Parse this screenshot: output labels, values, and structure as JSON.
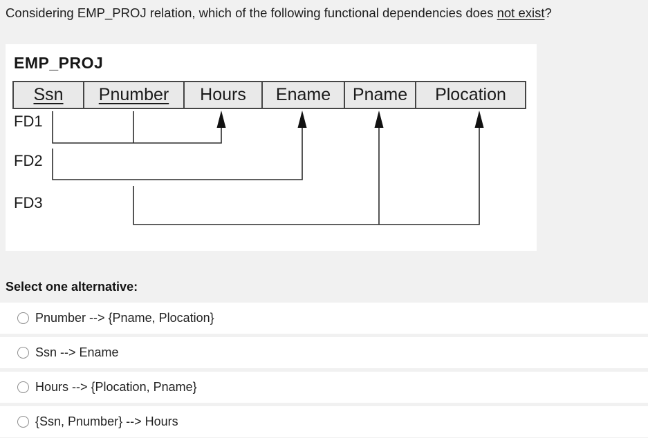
{
  "question": {
    "prefix": "Considering EMP_PROJ relation, which of the following functional dependencies does ",
    "underlined": "not exist",
    "suffix": "?"
  },
  "diagram": {
    "title": "EMP_PROJ",
    "columns": [
      {
        "label": "Ssn",
        "key": true
      },
      {
        "label": "Pnumber",
        "key": true
      },
      {
        "label": "Hours",
        "key": false
      },
      {
        "label": "Ename",
        "key": false
      },
      {
        "label": "Pname",
        "key": false
      },
      {
        "label": "Plocation",
        "key": false
      }
    ],
    "fds": [
      {
        "label": "FD1",
        "determines": "Hours"
      },
      {
        "label": "FD2",
        "determines": "Ename"
      },
      {
        "label": "FD3",
        "determines": "Pname, Plocation"
      }
    ]
  },
  "prompt": "Select one alternative:",
  "options": [
    {
      "label": "Pnumber --> {Pname, Plocation}",
      "selected": false
    },
    {
      "label": "Ssn --> Ename",
      "selected": false
    },
    {
      "label": "Hours --> {Plocation, Pname}",
      "selected": false
    },
    {
      "label": "{Ssn, Pnumber} --> Hours",
      "selected": false
    }
  ],
  "colors": {
    "page_bg": "#f1f1f1",
    "panel_bg": "#ffffff",
    "row_bg": "#ffffff",
    "text": "#1d1d1d",
    "table_border": "#454545",
    "header_bg": "#e9e9e9",
    "line": "#2b2b2b",
    "arrow_fill": "#111111",
    "radio_border": "#8f8f8f"
  }
}
